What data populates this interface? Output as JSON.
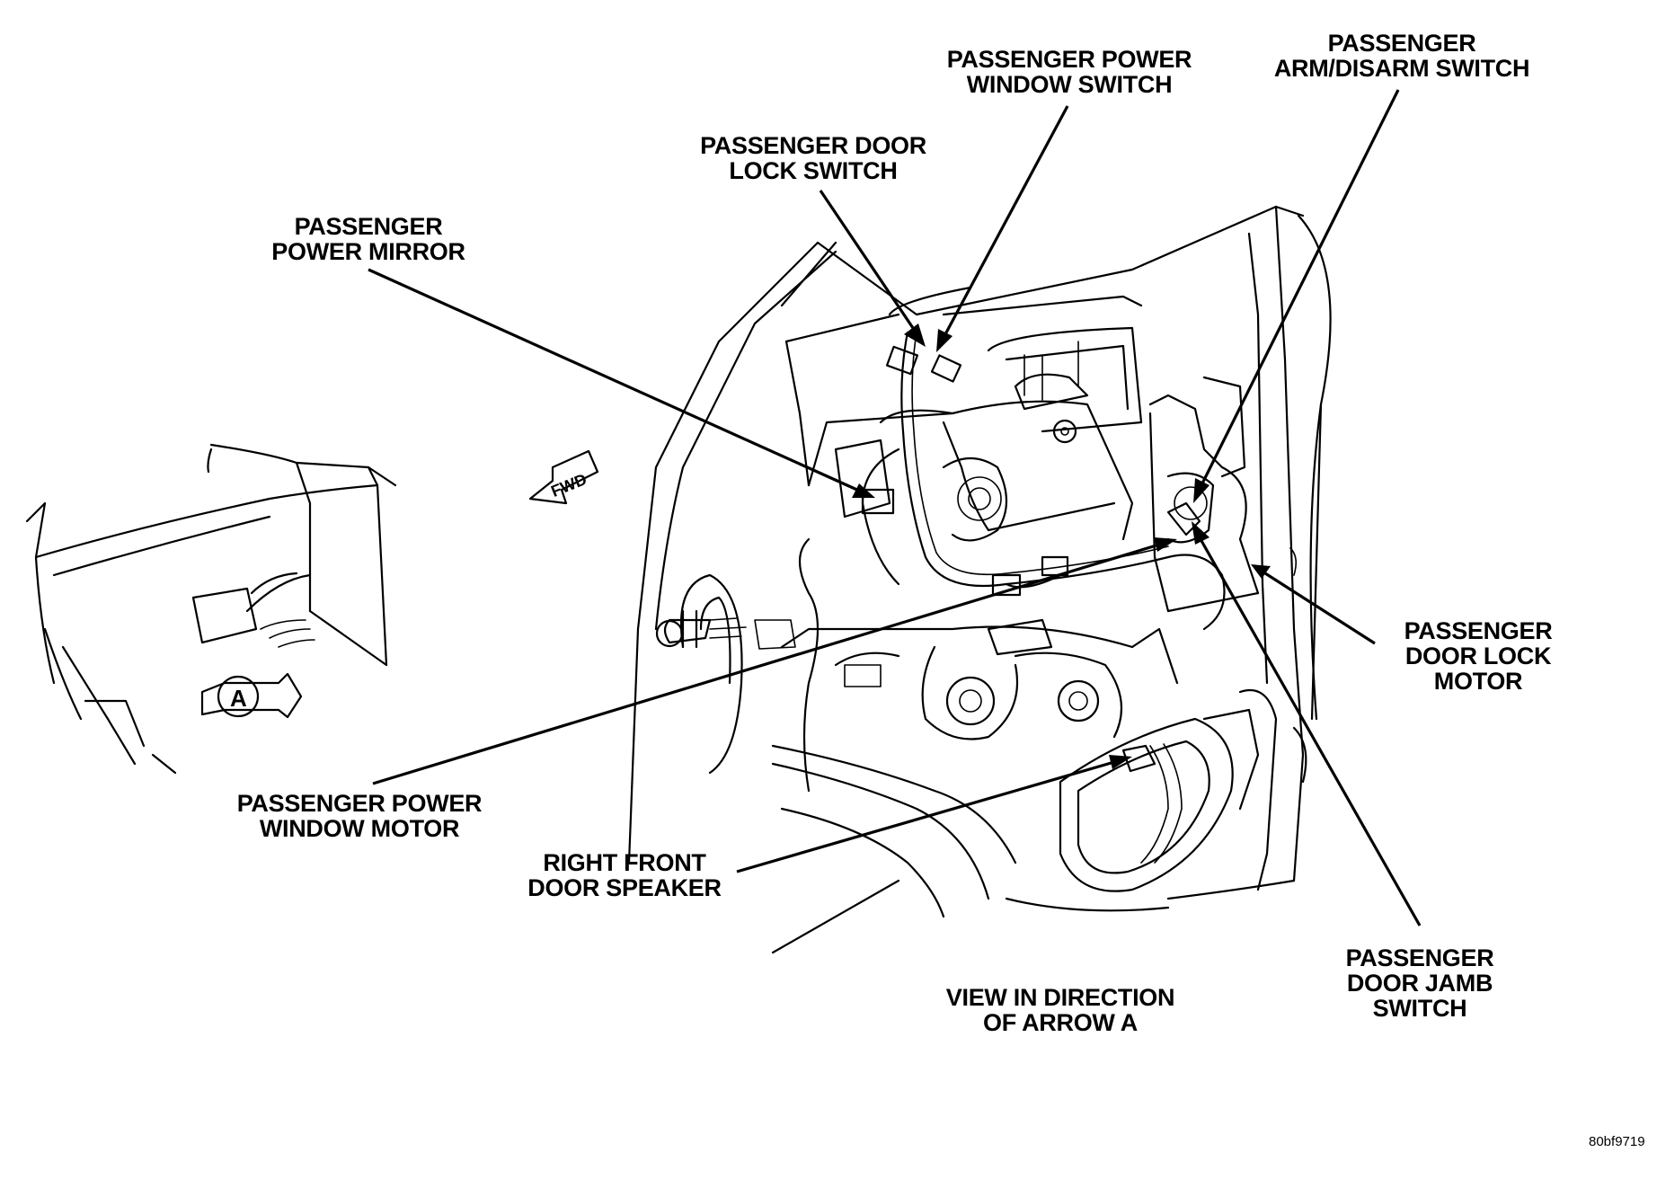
{
  "labels": {
    "window_switch": [
      "PASSENGER POWER",
      "WINDOW SWITCH"
    ],
    "arm_disarm": [
      "PASSENGER",
      "ARM/DISARM SWITCH"
    ],
    "door_lock_switch": [
      "PASSENGER DOOR",
      "LOCK SWITCH"
    ],
    "power_mirror": [
      "PASSENGER",
      "POWER MIRROR"
    ],
    "door_lock_motor": [
      "PASSENGER",
      "DOOR LOCK",
      "MOTOR"
    ],
    "window_motor": [
      "PASSENGER POWER",
      "WINDOW MOTOR"
    ],
    "door_speaker": [
      "RIGHT FRONT",
      "DOOR SPEAKER"
    ],
    "door_jamb_switch": [
      "PASSENGER",
      "DOOR JAMB",
      "SWITCH"
    ],
    "view_caption": [
      "VIEW IN DIRECTION",
      "OF ARROW A"
    ]
  },
  "markers": {
    "fwd": "FWD",
    "arrow_a": "A"
  },
  "figure_id": "80bf9719"
}
